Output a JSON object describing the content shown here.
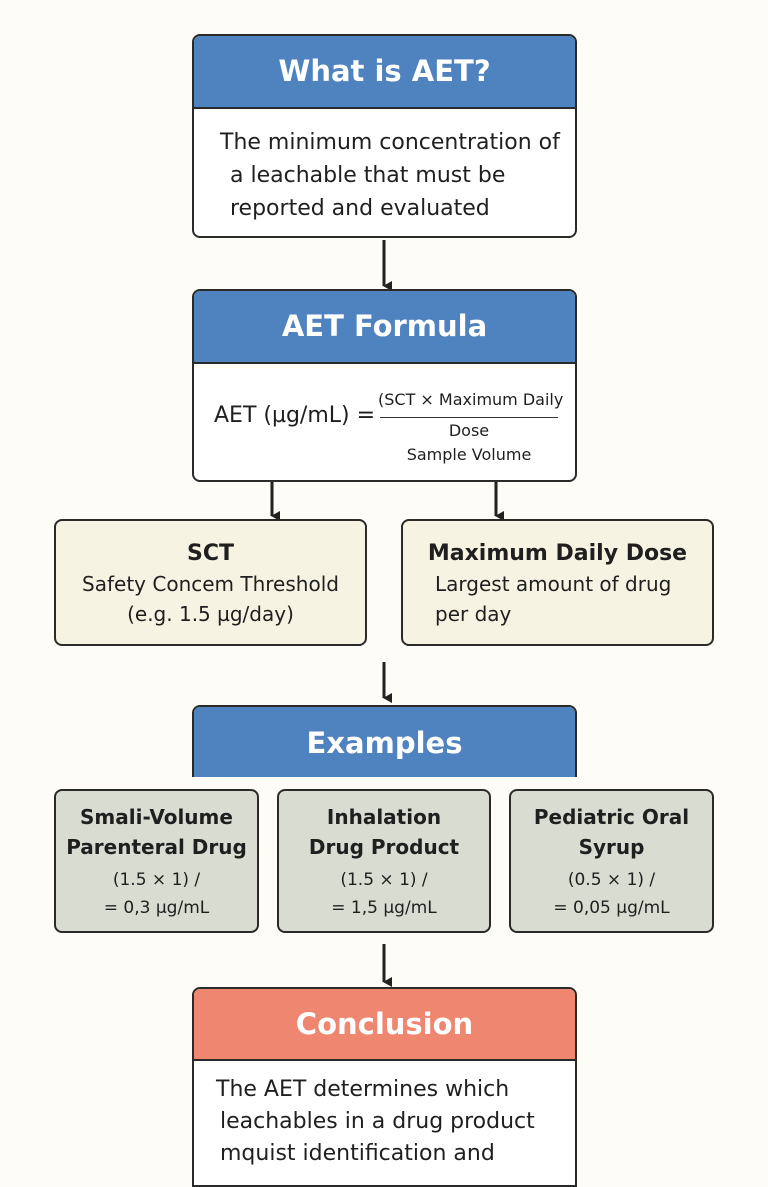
{
  "what_is": {
    "title": "What is AET?",
    "lines": [
      "The minimum concentration of",
      "a leachable that must be",
      "reported and evaluated"
    ]
  },
  "formula": {
    "title": "AET Formula",
    "lhs": "AET (µg/mL) =",
    "numerator": "(SCT × Maximum Daily",
    "denominator_1": "Dose",
    "denominator_2": "Sample Volume"
  },
  "sct": {
    "title": "SCT",
    "line1": "Safety Concem Threshold",
    "line2": "(e.g. 1.5 µg/day)"
  },
  "mdd": {
    "title": "Maximum Daily Dose",
    "line1": "Largest amount of drug",
    "line2": "per day"
  },
  "examples": {
    "title": "Examples",
    "items": [
      {
        "name_1": "Smali-Volume",
        "name_2": "Parenteral Drug",
        "calc_1": "(1.5 × 1) /",
        "calc_2": "= 0,3 µg/mL"
      },
      {
        "name_1": "Inhalation",
        "name_2": "Drug Product",
        "calc_1": "(1.5 × 1) /",
        "calc_2": "= 1,5 µg/mL"
      },
      {
        "name_1": "Pediatric Oral",
        "name_2": "Syrup",
        "calc_1": "(0.5 × 1) /",
        "calc_2": "= 0,05 µg/mL"
      }
    ]
  },
  "conclusion": {
    "title": "Conclusion",
    "lines": [
      "The AET determines which",
      "leachables in a drug product",
      "mquist identification and"
    ]
  },
  "colors": {
    "header_blue": "#4f83bf",
    "header_coral": "#ef8670",
    "card_cream": "#f6f3e3",
    "card_sage": "#d8dcd1"
  }
}
